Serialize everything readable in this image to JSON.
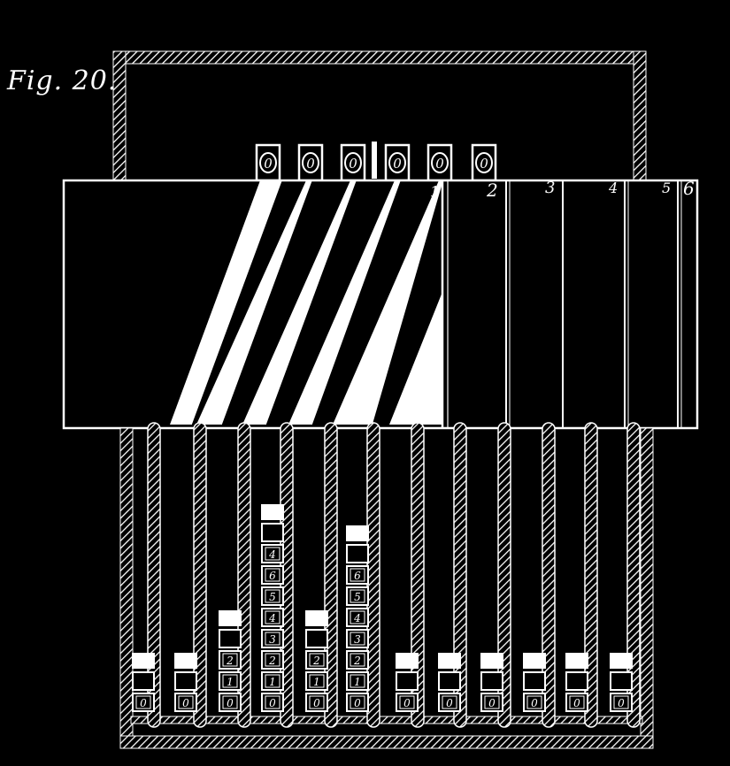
{
  "figure": {
    "label": "Fig. 20."
  },
  "top_readout": {
    "digits": [
      "0",
      "0",
      "0",
      "0",
      "0",
      "0"
    ]
  },
  "panel_numbers": [
    "1",
    "2",
    "3",
    "4",
    "5",
    "6"
  ],
  "columns": [
    {
      "cells": [
        "0"
      ]
    },
    {
      "cells": [
        "0"
      ]
    },
    {
      "cells": [
        "2",
        "1",
        "0"
      ]
    },
    {
      "cells": [
        "4",
        "6",
        "5",
        "4",
        "3",
        "2",
        "1",
        "0"
      ]
    },
    {
      "cells": [
        "2",
        "1",
        "0"
      ]
    },
    {
      "cells": [
        "6",
        "5",
        "4",
        "3",
        "2",
        "1",
        "0"
      ]
    },
    {
      "cells": [
        "0"
      ]
    },
    {
      "cells": [
        "0"
      ]
    },
    {
      "cells": [
        "0"
      ]
    },
    {
      "cells": [
        "0"
      ]
    },
    {
      "cells": [
        "0"
      ]
    },
    {
      "cells": [
        "0"
      ]
    }
  ],
  "colors": {
    "background": "#000000",
    "ink": "#ffffff"
  }
}
